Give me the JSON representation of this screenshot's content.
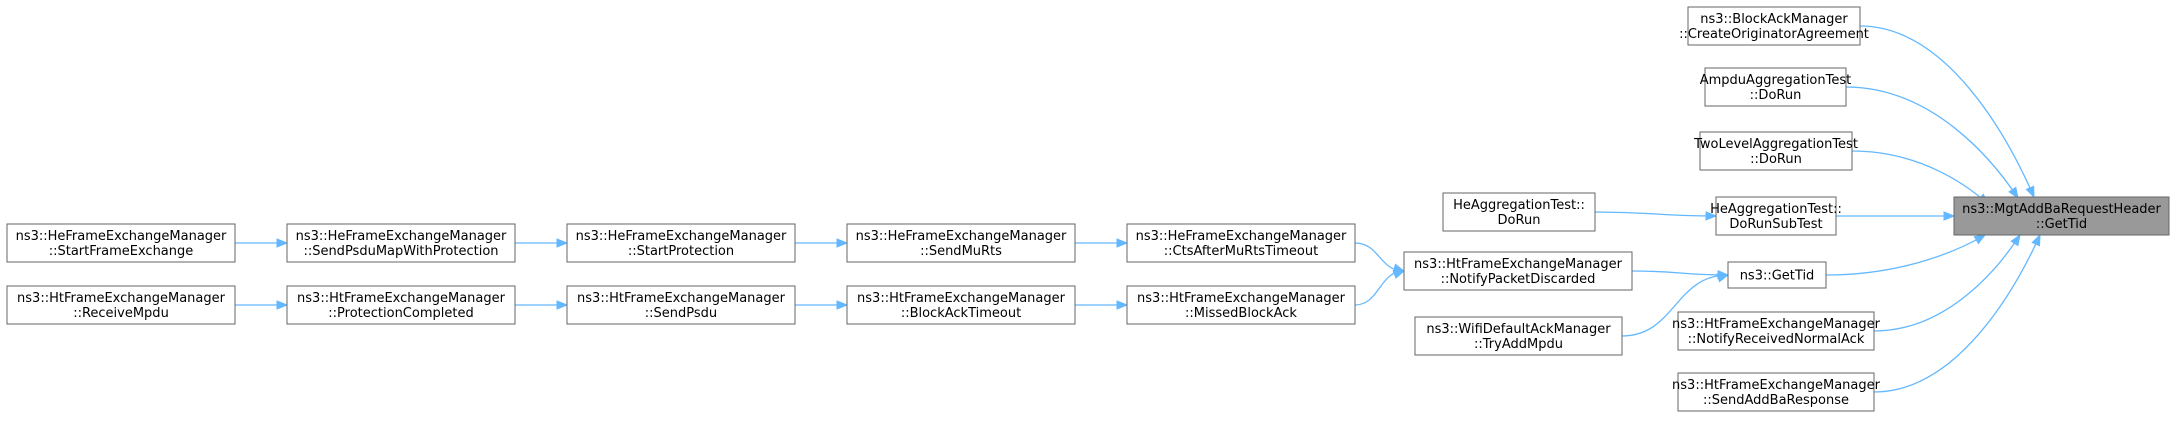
{
  "graph": {
    "edge_color": "#63b8ff",
    "focus_fill": "#999999",
    "nodes": [
      {
        "id": "getTidHeader",
        "lines": [
          "ns3::MgtAddBaRequestHeader",
          "::GetTid"
        ],
        "focus": true
      },
      {
        "id": "createOriginatorAgreement",
        "lines": [
          "ns3::BlockAckManager",
          "::CreateOriginatorAgreement"
        ]
      },
      {
        "id": "ampduDoRun",
        "lines": [
          "AmpduAggregationTest",
          "::DoRun"
        ]
      },
      {
        "id": "twoLevelDoRun",
        "lines": [
          "TwoLevelAggregationTest",
          "::DoRun"
        ]
      },
      {
        "id": "heDoRunSubTest",
        "lines": [
          "HeAggregationTest::",
          "DoRunSubTest"
        ]
      },
      {
        "id": "heDoRun",
        "lines": [
          "HeAggregationTest::",
          "DoRun"
        ]
      },
      {
        "id": "getTid",
        "lines": [
          "ns3::GetTid"
        ]
      },
      {
        "id": "notifyReceivedNormalAck",
        "lines": [
          "ns3::HtFrameExchangeManager",
          "::NotifyReceivedNormalAck"
        ]
      },
      {
        "id": "sendAddBaResponse",
        "lines": [
          "ns3::HtFrameExchangeManager",
          "::SendAddBaResponse"
        ]
      },
      {
        "id": "notifyPacketDiscarded",
        "lines": [
          "ns3::HtFrameExchangeManager",
          "::NotifyPacketDiscarded"
        ]
      },
      {
        "id": "tryAddMpdu",
        "lines": [
          "ns3::WifiDefaultAckManager",
          "::TryAddMpdu"
        ]
      },
      {
        "id": "ctsAfterMuRtsTimeout",
        "lines": [
          "ns3::HeFrameExchangeManager",
          "::CtsAfterMuRtsTimeout"
        ]
      },
      {
        "id": "missedBlockAck",
        "lines": [
          "ns3::HtFrameExchangeManager",
          "::MissedBlockAck"
        ]
      },
      {
        "id": "sendMuRts",
        "lines": [
          "ns3::HeFrameExchangeManager",
          "::SendMuRts"
        ]
      },
      {
        "id": "blockAckTimeout",
        "lines": [
          "ns3::HtFrameExchangeManager",
          "::BlockAckTimeout"
        ]
      },
      {
        "id": "startProtection",
        "lines": [
          "ns3::HeFrameExchangeManager",
          "::StartProtection"
        ]
      },
      {
        "id": "sendPsdu",
        "lines": [
          "ns3::HtFrameExchangeManager",
          "::SendPsdu"
        ]
      },
      {
        "id": "sendPsduMapWithProtection",
        "lines": [
          "ns3::HeFrameExchangeManager",
          "::SendPsduMapWithProtection"
        ]
      },
      {
        "id": "protectionCompleted",
        "lines": [
          "ns3::HtFrameExchangeManager",
          "::ProtectionCompleted"
        ]
      },
      {
        "id": "startFrameExchange",
        "lines": [
          "ns3::HeFrameExchangeManager",
          "::StartFrameExchange"
        ]
      },
      {
        "id": "receiveMpdu",
        "lines": [
          "ns3::HtFrameExchangeManager",
          "::ReceiveMpdu"
        ]
      }
    ],
    "edges": [
      {
        "from": "createOriginatorAgreement",
        "to": "getTidHeader"
      },
      {
        "from": "ampduDoRun",
        "to": "getTidHeader"
      },
      {
        "from": "twoLevelDoRun",
        "to": "getTidHeader"
      },
      {
        "from": "heDoRunSubTest",
        "to": "getTidHeader"
      },
      {
        "from": "getTid",
        "to": "getTidHeader"
      },
      {
        "from": "notifyReceivedNormalAck",
        "to": "getTidHeader"
      },
      {
        "from": "sendAddBaResponse",
        "to": "getTidHeader"
      },
      {
        "from": "heDoRun",
        "to": "heDoRunSubTest"
      },
      {
        "from": "notifyPacketDiscarded",
        "to": "getTid"
      },
      {
        "from": "tryAddMpdu",
        "to": "getTid"
      },
      {
        "from": "ctsAfterMuRtsTimeout",
        "to": "notifyPacketDiscarded"
      },
      {
        "from": "missedBlockAck",
        "to": "notifyPacketDiscarded"
      },
      {
        "from": "sendMuRts",
        "to": "ctsAfterMuRtsTimeout"
      },
      {
        "from": "blockAckTimeout",
        "to": "missedBlockAck"
      },
      {
        "from": "startProtection",
        "to": "sendMuRts"
      },
      {
        "from": "sendPsdu",
        "to": "blockAckTimeout"
      },
      {
        "from": "sendPsduMapWithProtection",
        "to": "startProtection"
      },
      {
        "from": "protectionCompleted",
        "to": "sendPsdu"
      },
      {
        "from": "startFrameExchange",
        "to": "sendPsduMapWithProtection"
      },
      {
        "from": "receiveMpdu",
        "to": "protectionCompleted"
      }
    ]
  }
}
